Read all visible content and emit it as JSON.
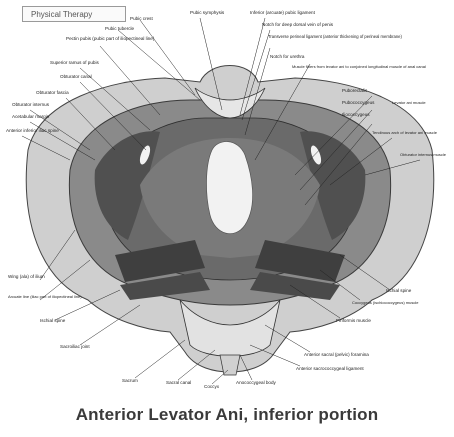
{
  "header": {
    "tab_label": "Physical Therapy"
  },
  "caption": "Anterior Levator Ani, inferior portion",
  "labels": {
    "pubic_symphysis": "Pubic symphysis",
    "inferior_pubic_ligament": "Inferior (arcuate) pubic ligament",
    "pubic_crest": "Pubic crest",
    "pubic_tubercle": "Pubic tubercle",
    "notch_dorsal_vein": "Notch for deep dorsal vein of penis",
    "pectin_pubis": "Pectin pubis (pubic part of iliopectineal line)",
    "transverse_perineal_ligament": "Transverse perineal ligament (anterior thickening of perineal membrane)",
    "notch_urethra": "Notch for urethra",
    "superior_ramus": "Superior ramus of pubis",
    "obturator_canal": "Obturator canal",
    "muscle_fibers_anal": "Muscle fibers from levator ani to conjoined longitudinal muscle of anal canal",
    "obturator_fascia": "Obturator fascia",
    "obturator_internus_top": "Obturator internus",
    "acetabular_margin": "Acetabular margin",
    "aiis": "Anterior inferior iliac spine",
    "puborectalis": "Puborectalis",
    "pubococcygeus": "Pubococcygeus",
    "iliococcygeus": "Iliococcygeus",
    "levator_ani": "Levator ani muscle",
    "tendinous_arch": "Tendinous arch of levator ani muscle",
    "obturator_internus_right": "Obturator internus muscle",
    "wing_ilium": "Wing (ala) of ilium",
    "arcuate_line": "Arcuate line (iliac part of iliopectineal line)",
    "ischial_spine_left": "Ischial spine",
    "ischial_spine_right": "Ischial spine",
    "sacroiliac_joint": "Sacroiliac joint",
    "sacrum": "Sacrum",
    "sacral_canal": "Sacral canal",
    "coccyx": "Coccyx",
    "anococcygeal_body": "Anococcygeal body",
    "coccygeus": "Coccygeus (ischiococcygeus) muscle",
    "piriformis": "Piriformis muscle",
    "anterior_sacral_foramina": "Anterior sacral (pelvic) foramina",
    "anterior_sacrococcygeal": "Anterior sacrococcygeal ligament"
  },
  "colors": {
    "bone_light": "#d9d9d9",
    "bone_mid": "#b5b5b5",
    "muscle_dark": "#5e5e5e",
    "muscle_deep": "#3f3f3f",
    "opening": "#f2f2f2"
  }
}
